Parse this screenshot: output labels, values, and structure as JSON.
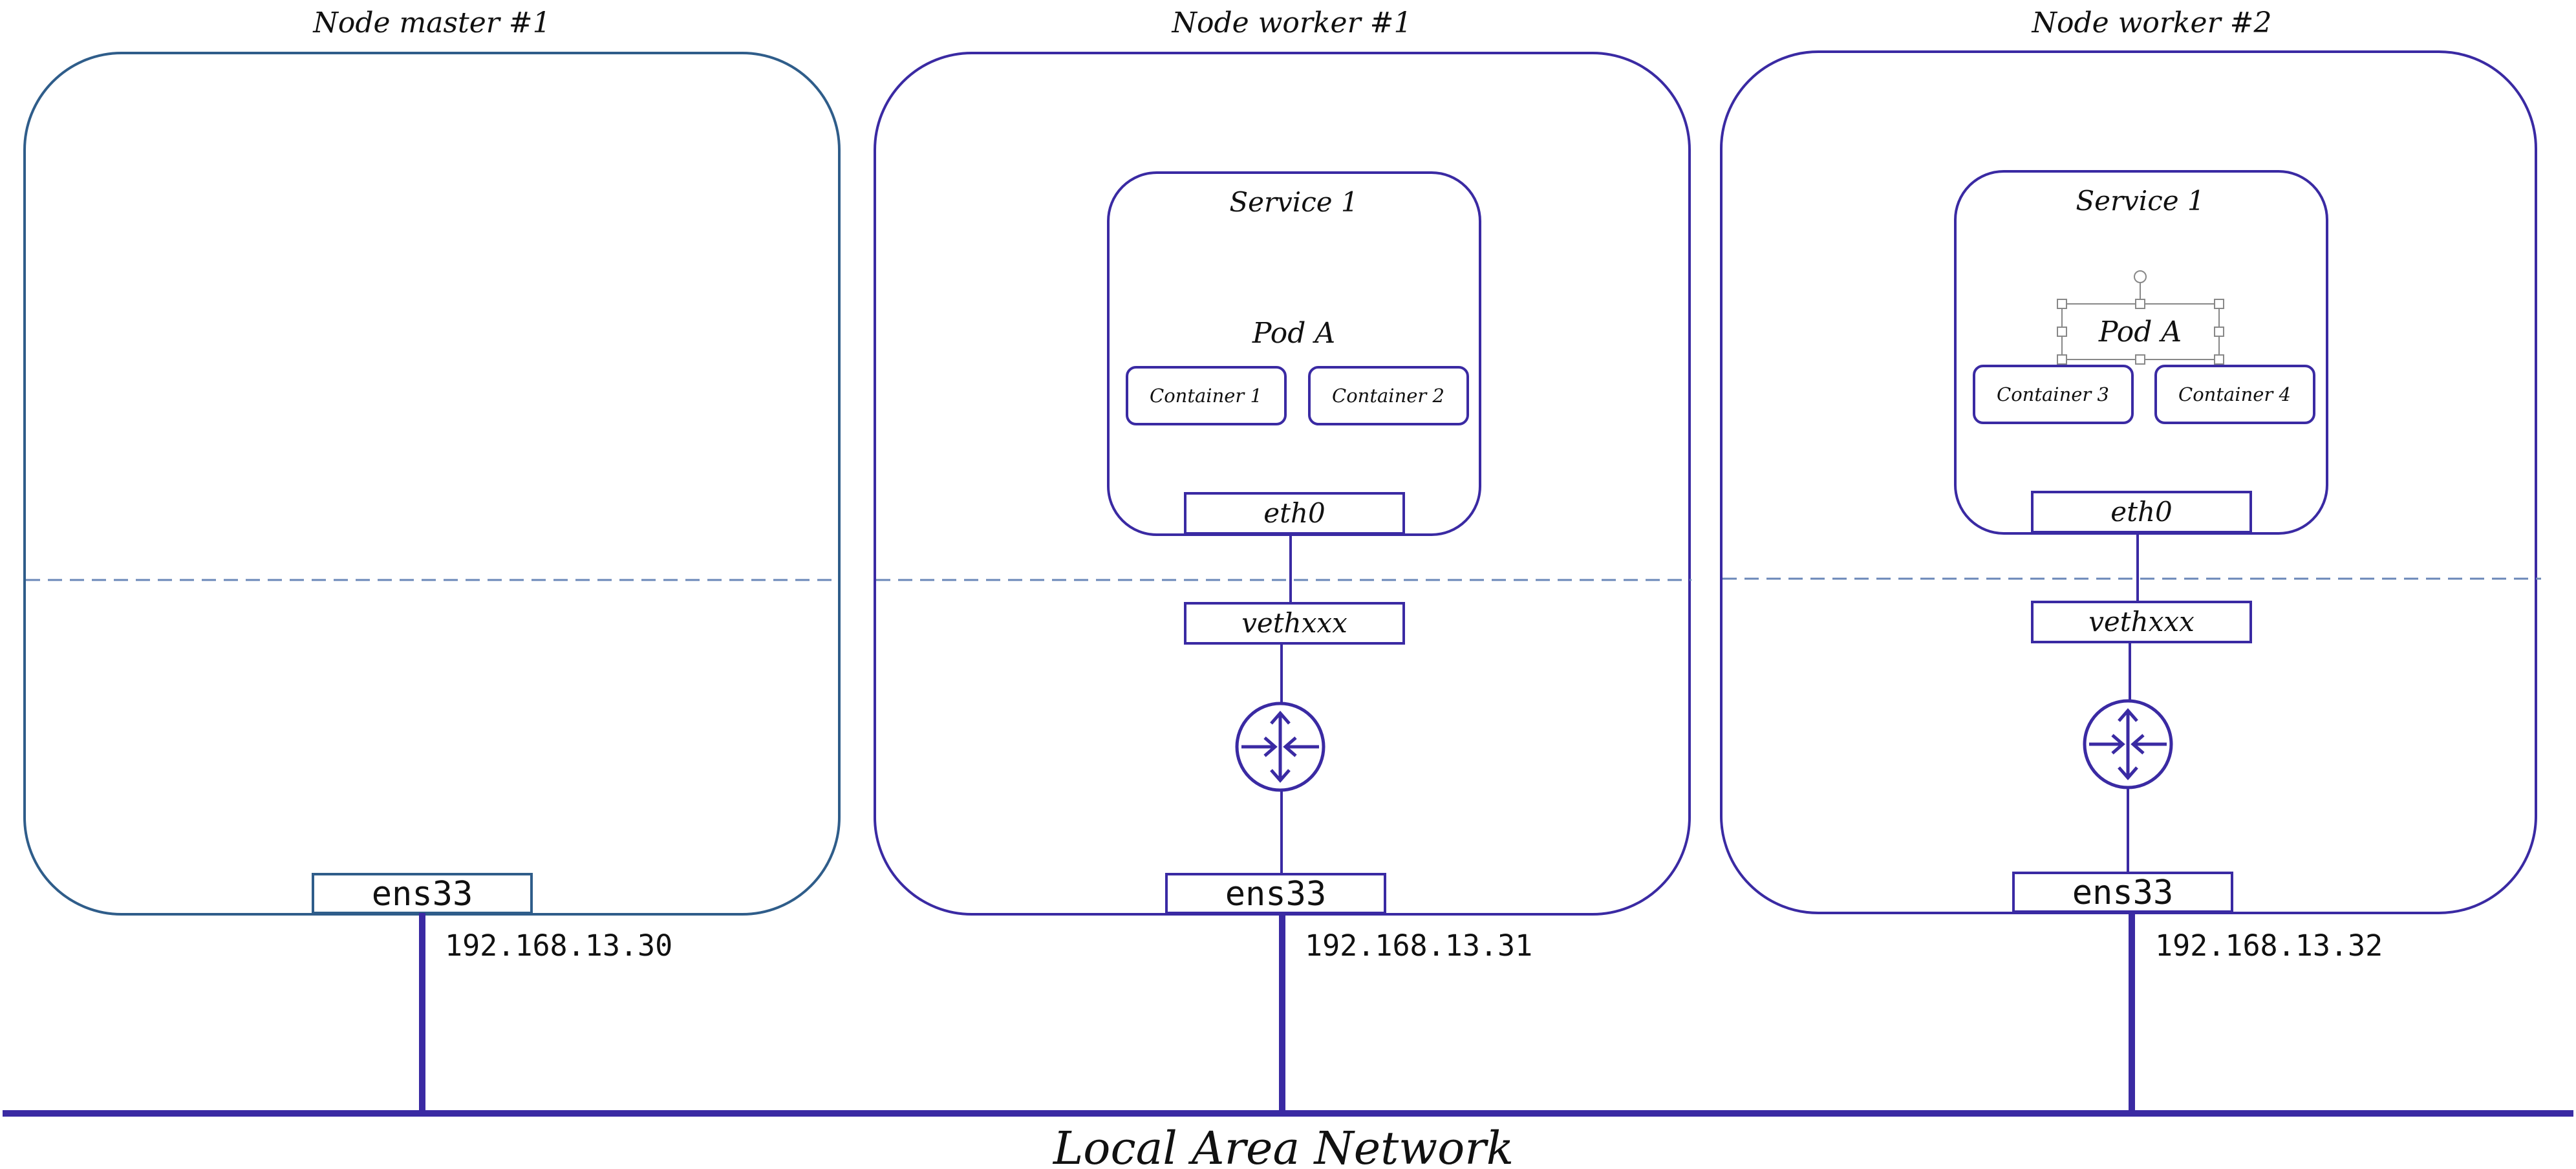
{
  "colors": {
    "node_outline": "#3a2aa3",
    "master_outline": "#2f5d8a",
    "divider": "#6a87b8",
    "link": "#3a2aa3",
    "lan": "#3a2aa3",
    "text": "#111111"
  },
  "nodes": [
    {
      "title": "Node master  #1",
      "interface": "ens33",
      "ip": "192.168.13.30"
    },
    {
      "title": "Node worker  #1",
      "service": "Service 1",
      "pod": "Pod A",
      "containers": [
        "Container 1",
        "Container 2"
      ],
      "pod_interface": "eth0",
      "veth": "vethxxx",
      "bridge_icon": "router-icon",
      "interface": "ens33",
      "ip": "192.168.13.31"
    },
    {
      "title": "Node worker  #2",
      "service": "Service 1",
      "pod": "Pod A",
      "pod_selected": true,
      "containers": [
        "Container 3",
        "Container 4"
      ],
      "pod_interface": "eth0",
      "veth": "vethxxx",
      "bridge_icon": "router-icon",
      "interface": "ens33",
      "ip": "192.168.13.32"
    }
  ],
  "network": {
    "label": "Local Area Network"
  }
}
